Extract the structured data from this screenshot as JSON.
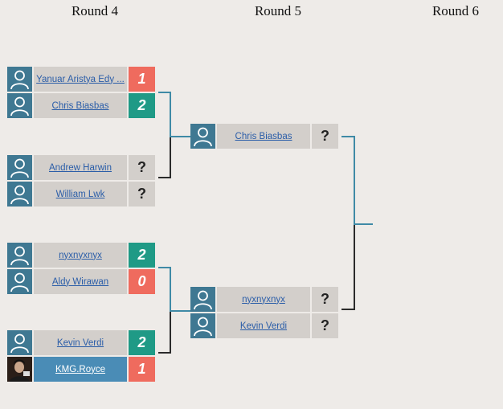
{
  "rounds": [
    "Round 4",
    "Round 5",
    "Round 6"
  ],
  "round4": [
    {
      "name": "Yanuar Aristya Edy ...",
      "score": "1",
      "result": "lose"
    },
    {
      "name": "Chris Biasbas",
      "score": "2",
      "result": "win"
    },
    {
      "name": "Andrew Harwin",
      "score": "?",
      "result": "pending"
    },
    {
      "name": "William Lwk",
      "score": "?",
      "result": "pending"
    },
    {
      "name": "nyxnyxnyx",
      "score": "2",
      "result": "win"
    },
    {
      "name": "Aldy Wirawan",
      "score": "0",
      "result": "lose"
    },
    {
      "name": "Kevin Verdi",
      "score": "2",
      "result": "win"
    },
    {
      "name": "KMG.Royce",
      "score": "1",
      "result": "lose"
    }
  ],
  "round5": [
    {
      "name": "Chris Biasbas",
      "score": "?",
      "result": "pending"
    },
    {
      "name": "nyxnyxnyx",
      "score": "?",
      "result": "pending"
    },
    {
      "name": "Kevin Verdi",
      "score": "?",
      "result": "pending"
    }
  ],
  "colors": {
    "avatar": "#3f7892",
    "name_bg": "#d3cfcb",
    "win": "#1f9a86",
    "lose": "#ef6b5e",
    "connector_teal": "#3f8aa6",
    "connector_dark": "#2b2b2b",
    "highlight": "#4a8cb6"
  }
}
